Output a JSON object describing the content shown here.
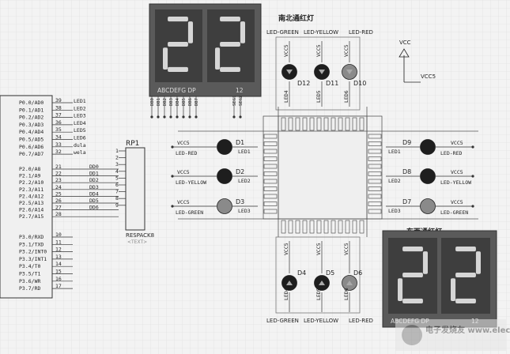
{
  "top_display": {
    "digits": "22",
    "segments_label": "ABCDEFG DP",
    "pin_count": "12",
    "title": "南北通红灯",
    "pin_labels": [
      "DB0",
      "DB1",
      "DB2",
      "DB3",
      "DB4",
      "DB5",
      "DB6",
      "DB7",
      "SEG1",
      "SEG2"
    ]
  },
  "bottom_display": {
    "digits": "22",
    "segments_label": "ABCDEFG DP",
    "pin_count": "12",
    "title": "东西通红灯"
  },
  "mcu": {
    "pins_left": [
      {
        "name": "P0.0/AD0",
        "num": "39",
        "net": "LED1"
      },
      {
        "name": "P0.1/AD1",
        "num": "38",
        "net": "LED2"
      },
      {
        "name": "P0.2/AD2",
        "num": "37",
        "net": "LED3"
      },
      {
        "name": "P0.3/AD3",
        "num": "36",
        "net": "LED4"
      },
      {
        "name": "P0.4/AD4",
        "num": "35",
        "net": "LED5"
      },
      {
        "name": "P0.5/AD5",
        "num": "34",
        "net": "LED6"
      },
      {
        "name": "P0.6/AD6",
        "num": "33",
        "net": "dula"
      },
      {
        "name": "P0.7/AD7",
        "num": "32",
        "net": "wela"
      }
    ],
    "pins_p2": [
      {
        "name": "P2.0/A8",
        "num": "21",
        "net": "DD0"
      },
      {
        "name": "P2.1/A9",
        "num": "22",
        "net": "DD1"
      },
      {
        "name": "P2.2/A10",
        "num": "23",
        "net": "DD2"
      },
      {
        "name": "P2.3/A11",
        "num": "24",
        "net": "DD3"
      },
      {
        "name": "P2.4/A12",
        "num": "25",
        "net": "DD4"
      },
      {
        "name": "P2.5/A13",
        "num": "26",
        "net": "DD5"
      },
      {
        "name": "P2.6/A14",
        "num": "27",
        "net": "DD6"
      },
      {
        "name": "P2.7/A15",
        "num": "28",
        "net": ""
      }
    ],
    "pins_p3": [
      {
        "name": "P3.0/RXD",
        "num": "10"
      },
      {
        "name": "P3.1/TXD",
        "num": "11"
      },
      {
        "name": "P3.2/INT0",
        "num": "12"
      },
      {
        "name": "P3.3/INT1",
        "num": "13"
      },
      {
        "name": "P3.4/T0",
        "num": "14"
      },
      {
        "name": "P3.5/T1",
        "num": "15"
      },
      {
        "name": "P3.6/WR",
        "num": "16"
      },
      {
        "name": "P3.7/RD",
        "num": "17"
      }
    ]
  },
  "respack": {
    "name": "RP1",
    "type": "RESPACK8",
    "text": "<TEXT>",
    "pins": [
      "1",
      "2",
      "3",
      "4",
      "5",
      "6",
      "7",
      "8",
      "9"
    ]
  },
  "power": {
    "vcc_label": "VCC",
    "vcc5_label": "VCC5"
  },
  "north_leds": {
    "labels": [
      "LED-GREEN",
      "LED-YELLOW",
      "LED-RED"
    ],
    "names": [
      "D12",
      "D11",
      "D10"
    ],
    "nets": [
      "LED4",
      "LED5",
      "LED6"
    ],
    "vcc": "VCC5"
  },
  "south_leds": {
    "labels": [
      "LED-GREEN",
      "LED-YELLOW",
      "LED-RED"
    ],
    "names": [
      "D4",
      "D5",
      "D6"
    ],
    "nets": [
      "LED4",
      "LED5",
      "LED6"
    ],
    "vcc": "VCC5"
  },
  "west_leds": {
    "names": [
      "D1",
      "D2",
      "D3"
    ],
    "labels": [
      "LED-RED",
      "LED-YELLOW",
      "LED-GREEN"
    ],
    "nets": [
      "LED1",
      "LED2",
      "LED3"
    ],
    "vcc": "VCC5"
  },
  "east_leds": {
    "names": [
      "D9",
      "D8",
      "D7"
    ],
    "labels": [
      "LED-RED",
      "LED-YELLOW",
      "LED-GREEN"
    ],
    "nets": [
      "LED1",
      "LED2",
      "LED3"
    ],
    "vcc": "VCC5"
  },
  "watermark": "电子发烧友 www.elecfans.com",
  "colors": {
    "display_body": "#5a5a5a",
    "segment": "#d6d6d6",
    "led_dark": "#1e1e1e",
    "led_dim": "#8a8a8a",
    "grid": "#dcdcdc"
  }
}
